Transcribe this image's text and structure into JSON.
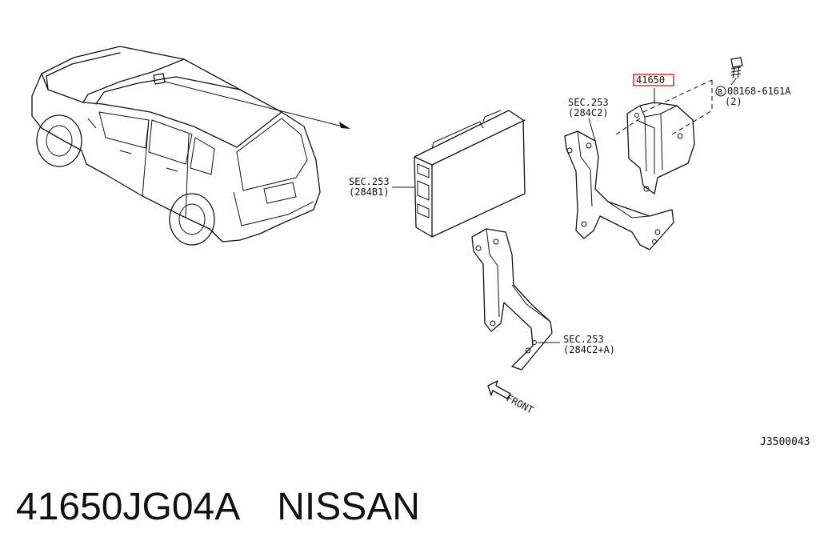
{
  "callouts": {
    "part_number": "41650",
    "sec_module": {
      "line1": "SEC.253",
      "line2": "(284B1)"
    },
    "sec_bracket_upper": {
      "line1": "SEC.253",
      "line2": "(284C2)"
    },
    "sec_bracket_lower": {
      "line1": "SEC.253",
      "line2": "(284C2+A)"
    },
    "bolt": {
      "symbol": "B",
      "code": "08168-6161A",
      "qty": "(2)"
    },
    "front": "FRONT",
    "diagram_code": "J3500043"
  },
  "footer": {
    "part_number": "41650JG04A",
    "brand": "NISSAN"
  },
  "colors": {
    "highlight": "#e0302a",
    "ink": "#111111"
  }
}
